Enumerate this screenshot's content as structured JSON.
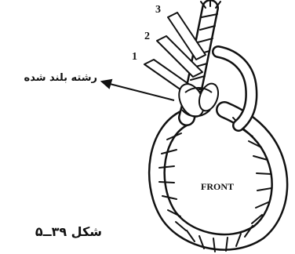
{
  "strand_numbers": [
    "3",
    "2",
    "1"
  ],
  "callout_label": "رشته بلند شده",
  "center_label": "FRONT",
  "figure_caption": "شکل ۳۹ــ۵",
  "colors": {
    "ink": "#111111",
    "paper": "#ffffff"
  }
}
